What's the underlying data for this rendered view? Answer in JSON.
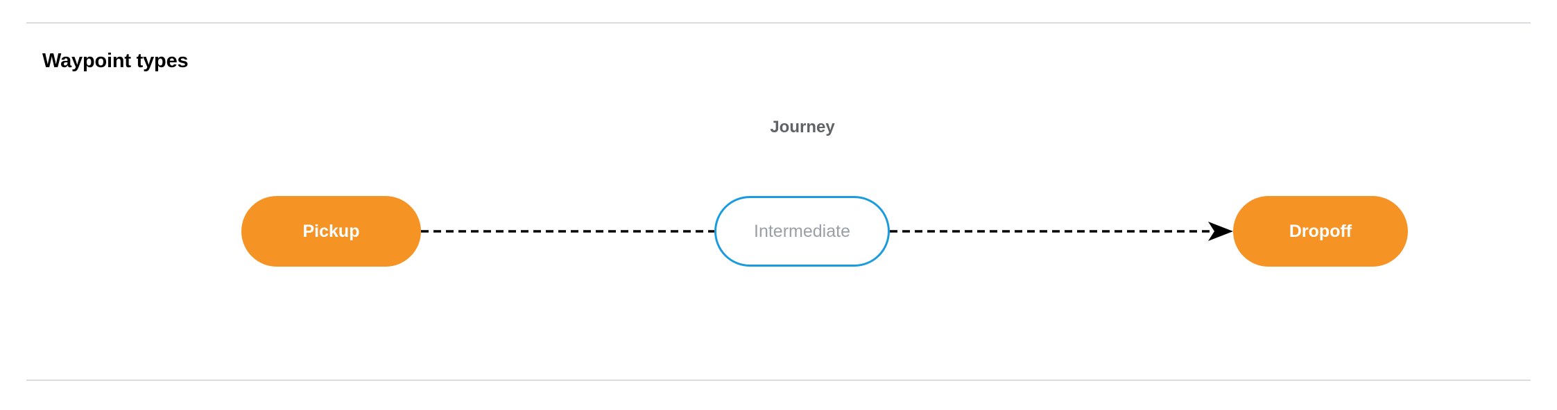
{
  "section": {
    "title": "Waypoint types"
  },
  "diagram": {
    "caption": "Journey",
    "nodes": [
      {
        "id": "pickup",
        "label": "Pickup",
        "style": "filled",
        "fill": "#f59425",
        "text_color": "#ffffff",
        "border_color": "none"
      },
      {
        "id": "intermediate",
        "label": "Intermediate",
        "style": "outline",
        "fill": "#ffffff",
        "text_color": "#9aa0a6",
        "border_color": "#1a9be0"
      },
      {
        "id": "dropoff",
        "label": "Dropoff",
        "style": "filled",
        "fill": "#f59425",
        "text_color": "#ffffff",
        "border_color": "none"
      }
    ],
    "edges": [
      {
        "id": "edge-pickup-intermediate",
        "from": "pickup",
        "to": "intermediate",
        "line": "dashed",
        "color": "#000000",
        "arrowhead": false
      },
      {
        "id": "edge-intermediate-dropoff",
        "from": "intermediate",
        "to": "dropoff",
        "line": "dashed",
        "color": "#000000",
        "arrowhead": true
      }
    ]
  },
  "colors": {
    "waypoint_orange": "#f59425",
    "intermediate_blue": "#1a9be0",
    "divider_gray": "#dadce0",
    "caption_gray": "#5f6368",
    "muted_text_gray": "#9aa0a6",
    "background": "#ffffff"
  }
}
